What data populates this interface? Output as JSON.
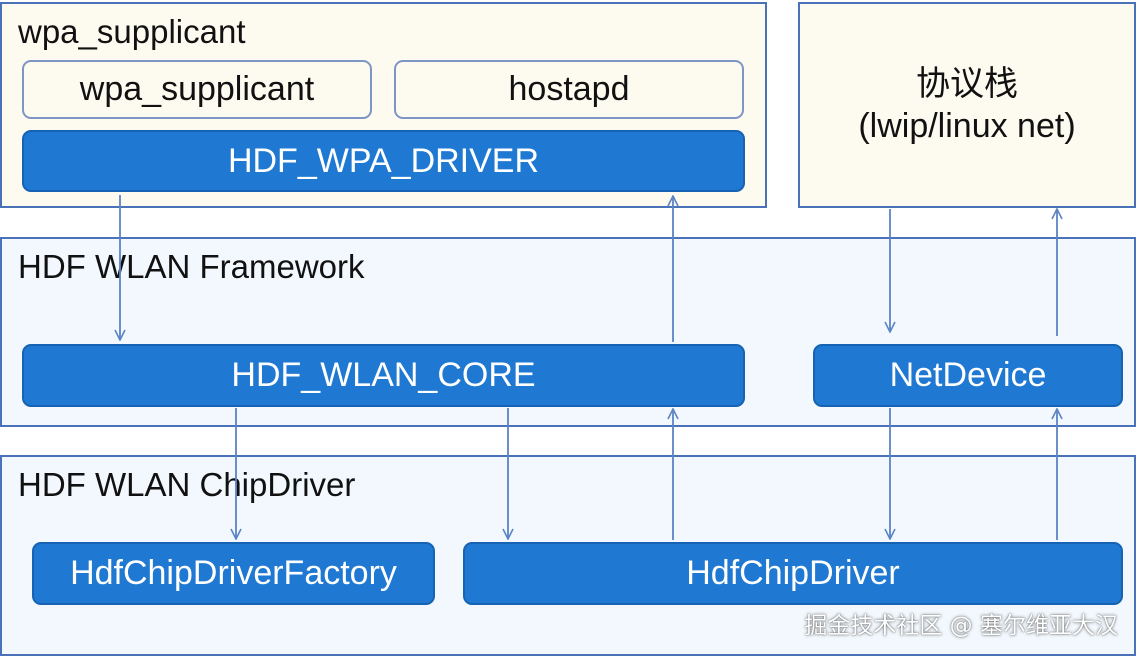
{
  "colors": {
    "accent_blue": "#1f78d1",
    "layer_border": "#4a72b8",
    "light_fill": "#fdfaf0",
    "framework_fill": "#f2f8fd",
    "arrow": "#5b84c4"
  },
  "supplicant_layer": {
    "title": "wpa_supplicant",
    "wpa_box": "wpa_supplicant",
    "hostapd_box": "hostapd",
    "driver_box": "HDF_WPA_DRIVER"
  },
  "protocol_stack": {
    "line1": "协议栈",
    "line2": "(lwip/linux net)"
  },
  "framework_layer": {
    "title": "HDF WLAN Framework",
    "core_box": "HDF_WLAN_CORE",
    "netdevice_box": "NetDevice"
  },
  "chipdriver_layer": {
    "title": "HDF WLAN ChipDriver",
    "factory_box": "HdfChipDriverFactory",
    "chipdriver_box": "HdfChipDriver"
  },
  "watermark": "掘金技术社区 @ 塞尔维亚大汉"
}
